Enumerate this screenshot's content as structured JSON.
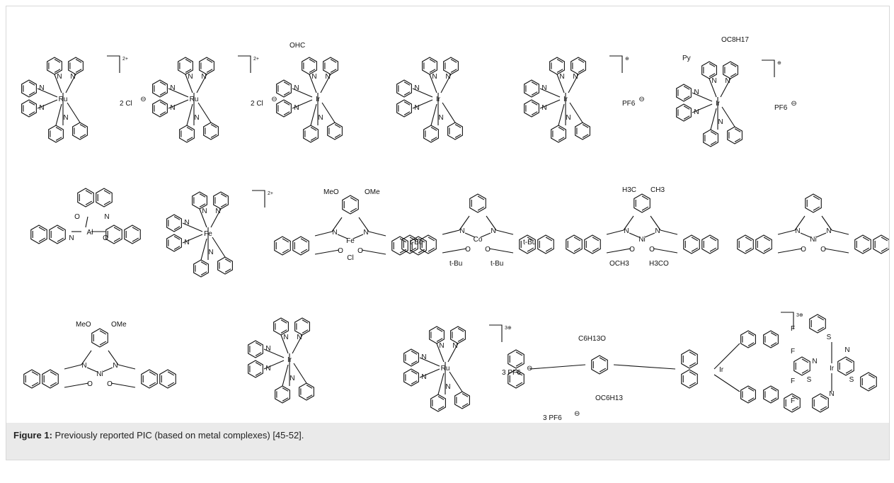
{
  "caption": {
    "label": "Figure 1:",
    "text": " Previously reported PIC (based on metal complexes) [45-52]."
  },
  "complexes": [
    {
      "metal": "Ru",
      "charge": "2+",
      "counter": "2 Cl"
    },
    {
      "metal": "Ru",
      "charge": "2+",
      "counter": "2 Cl"
    },
    {
      "metal": "Ir",
      "substituent": "OHC"
    },
    {
      "metal": "Ir"
    },
    {
      "metal": "Ir",
      "charge": "⊕",
      "counter": "PF6"
    },
    {
      "metal": "Ir",
      "charge": "⊕",
      "counter": "PF6",
      "substituents": [
        "OC8H17",
        "Py"
      ]
    },
    {
      "metal": "Al"
    },
    {
      "metal": "Fe",
      "charge": "2+"
    },
    {
      "metal": "Fe",
      "substituents": [
        "MeO",
        "OMe",
        "Cl"
      ]
    },
    {
      "metal": "Co",
      "substituents": [
        "t-Bu",
        "t-Bu",
        "t-Bu",
        "t-Bu"
      ]
    },
    {
      "metal": "Ni",
      "substituents": [
        "H3C",
        "CH3",
        "OCH3",
        "H3CO"
      ]
    },
    {
      "metal": "Ni"
    },
    {
      "metal": "Ni",
      "substituents": [
        "MeO",
        "OMe"
      ]
    },
    {
      "metal": "Ir"
    },
    {
      "metal": "Ru-Ir",
      "charge": "3⊕",
      "counter": "3 PF6",
      "substituents": [
        "C6H13O",
        "OC6H13",
        "F",
        "F",
        "F",
        "F"
      ]
    },
    {
      "metal": "Ir",
      "heteroatom": "S"
    }
  ]
}
